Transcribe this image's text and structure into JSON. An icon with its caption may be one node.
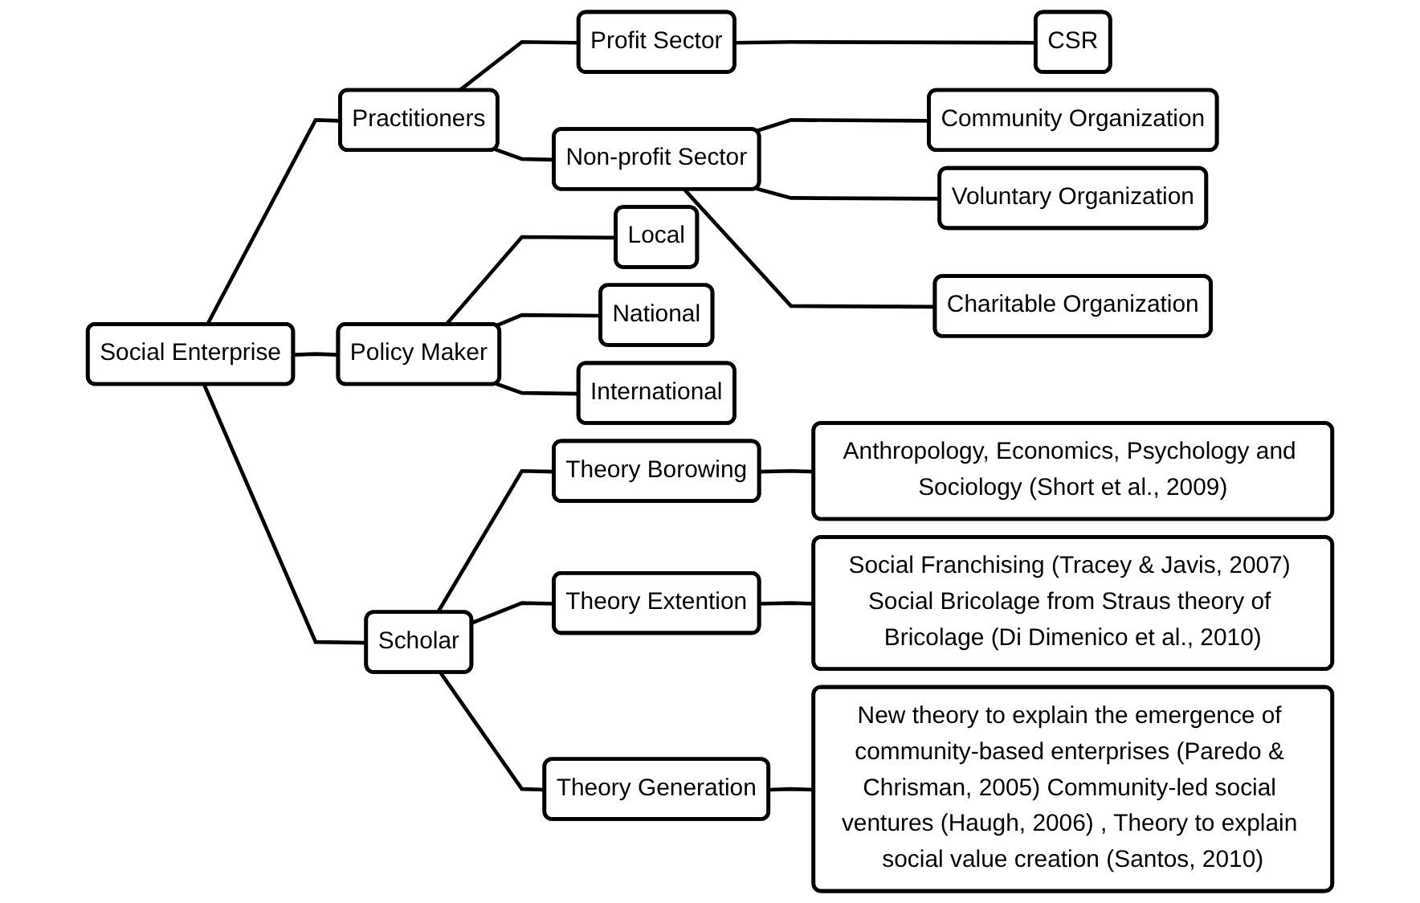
{
  "diagram": {
    "nodes": [
      {
        "text": [
          "Social Enterprise"
        ]
      },
      {
        "text": [
          "Practitioners"
        ]
      },
      {
        "text": [
          "Profit Sector"
        ]
      },
      {
        "text": [
          "CSR"
        ]
      },
      {
        "text": [
          "Non-profit Sector"
        ]
      },
      {
        "text": [
          "Community Organization"
        ]
      },
      {
        "text": [
          "Voluntary Organization"
        ]
      },
      {
        "text": [
          "Charitable Organization"
        ]
      },
      {
        "text": [
          "Policy Maker"
        ]
      },
      {
        "text": [
          "Local"
        ]
      },
      {
        "text": [
          "National"
        ]
      },
      {
        "text": [
          "International"
        ]
      },
      {
        "text": [
          "Scholar"
        ]
      },
      {
        "text": [
          "Theory Borowing"
        ]
      },
      {
        "text": [
          "Anthropology, Economics, Psychology and Sociology (Short et al., 2009)"
        ]
      },
      {
        "text": [
          "Theory Extention"
        ]
      },
      {
        "text": [
          "Social Franchising (Tracey & Javis, 2007) Social Bricolage from Straus theory of Bricolage (Di Dimenico et al., 2010)"
        ]
      },
      {
        "text": [
          "Theory Generation"
        ]
      },
      {
        "text": [
          "New theory to explain the emergence of community-based enterprises (Paredo & Chrisman, 2005) Community-led social ventures (Haugh, 2006) , Theory to explain social value creation (Santos, 2010)"
        ]
      }
    ],
    "edges": [
      {
        "from": 0,
        "to": 1,
        "arrow": "none"
      },
      {
        "from": 0,
        "to": 8,
        "arrow": "none"
      },
      {
        "from": 0,
        "to": 12,
        "arrow": "none"
      },
      {
        "from": 1,
        "to": 2,
        "arrow": "none"
      },
      {
        "from": 1,
        "to": 4,
        "arrow": "none"
      },
      {
        "from": 2,
        "to": 3,
        "arrow": "none"
      },
      {
        "from": 4,
        "to": 5,
        "arrow": "none"
      },
      {
        "from": 4,
        "to": 6,
        "arrow": "none"
      },
      {
        "from": 4,
        "to": 7,
        "arrow": "none"
      },
      {
        "from": 8,
        "to": 9,
        "arrow": "none"
      },
      {
        "from": 8,
        "to": 10,
        "arrow": "none"
      },
      {
        "from": 8,
        "to": 11,
        "arrow": "none"
      },
      {
        "from": 12,
        "to": 13,
        "arrow": "none"
      },
      {
        "from": 12,
        "to": 15,
        "arrow": "none"
      },
      {
        "from": 12,
        "to": 17,
        "arrow": "none"
      },
      {
        "from": 13,
        "to": 14,
        "arrow": "none"
      },
      {
        "from": 15,
        "to": 16,
        "arrow": "none"
      },
      {
        "from": 17,
        "to": 18,
        "arrow": "none"
      }
    ]
  }
}
